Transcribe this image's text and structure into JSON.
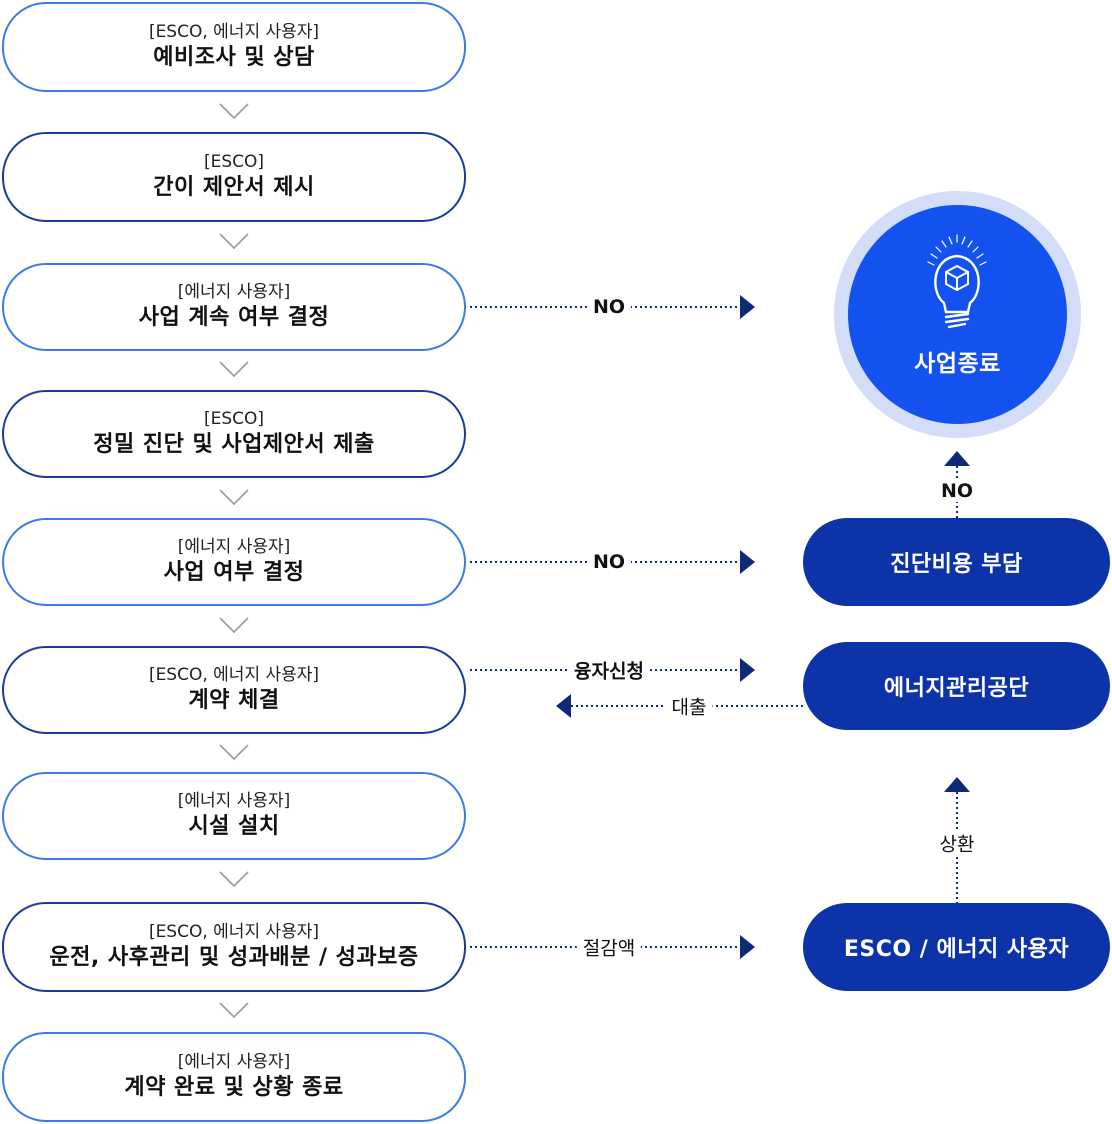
{
  "steps": [
    {
      "actor": "[ESCO, 에너지 사용자]",
      "title": "예비조사 및 상담"
    },
    {
      "actor": "[ESCO]",
      "title": "간이 제안서 제시"
    },
    {
      "actor": "[에너지 사용자]",
      "title": "사업 계속 여부 결정"
    },
    {
      "actor": "[ESCO]",
      "title": "정밀 진단 및 사업제안서 제출"
    },
    {
      "actor": "[에너지 사용자]",
      "title": "사업 여부 결정"
    },
    {
      "actor": "[ESCO, 에너지 사용자]",
      "title": "계약 체결"
    },
    {
      "actor": "[에너지 사용자]",
      "title": "시설 설치"
    },
    {
      "actor": "[ESCO, 에너지 사용자]",
      "title": "운전, 사후관리 및 성과배분 / 성과보증"
    },
    {
      "actor": "[에너지 사용자]",
      "title": "계약 완료 및 상황 종료"
    }
  ],
  "end_node": {
    "label": "사업종료",
    "icon": "lightbulb-icon"
  },
  "side_nodes": {
    "diagnosis_cost": "진단비용 부담",
    "energy_agency": "에너지관리공단",
    "esco_user": "ESCO / 에너지 사용자"
  },
  "arrows": {
    "no_1": "NO",
    "no_2": "NO",
    "no_up": "NO",
    "loan_request": "융자신청",
    "loan": "대출",
    "repay": "상환",
    "savings": "절감액"
  },
  "colors": {
    "light_border": "#3a7be8",
    "dark_border": "#1a3a9c",
    "pill_fill": "#0d33a8",
    "end_fill": "#1452f0",
    "end_halo": "#d4ddf8",
    "arrow": "#0d2a78"
  }
}
